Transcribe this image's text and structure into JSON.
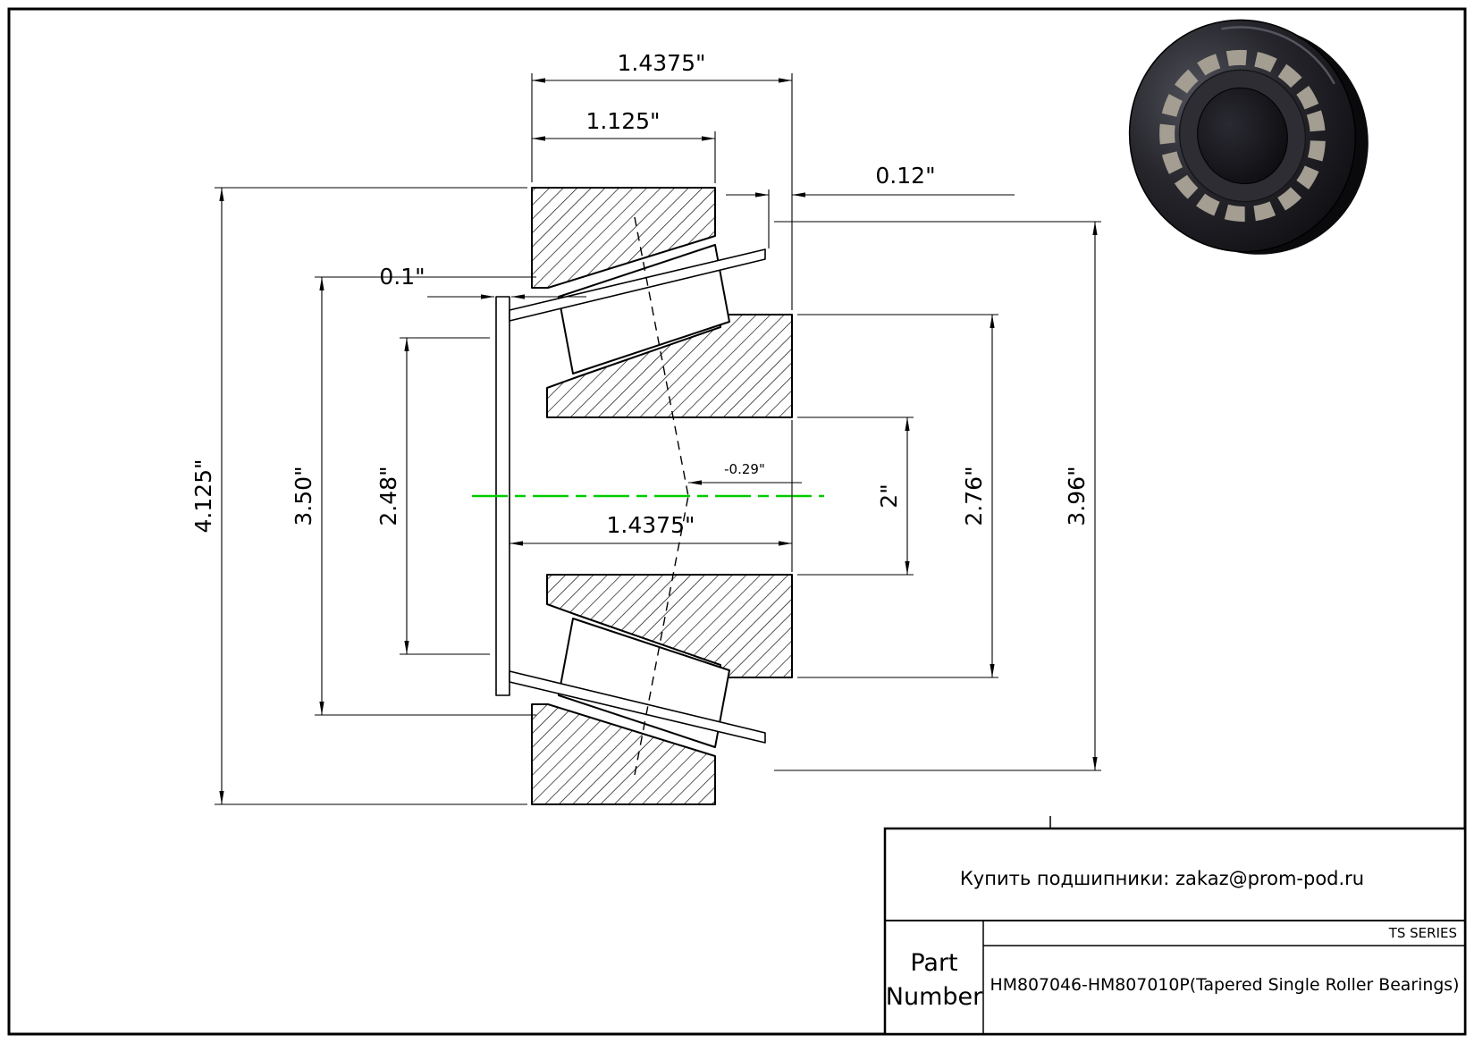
{
  "colors": {
    "centerline": "#00cc00",
    "outline": "#000000",
    "background": "#ffffff"
  },
  "dims": {
    "overall_width": "1.4375\"",
    "cup_width": "1.125\"",
    "standout": "0.12\"",
    "spacer_width": "0.1\"",
    "outer_diameter": "4.125\"",
    "cup_inner_diameter": "3.50\"",
    "flange_diameter": "2.48\"",
    "cone_width": "1.4375\"",
    "center_offset": "-0.29\"",
    "bore_diameter": "2\"",
    "rib_diameter": "2.76\"",
    "cage_diameter": "3.96\""
  },
  "title_block": {
    "contact": "Купить подшипники: zakaz@prom-pod.ru",
    "series": "TS SERIES",
    "part_label_1": "Part",
    "part_label_2": "Number",
    "part_number": "HM807046-HM807010P(Tapered Single Roller Bearings)"
  }
}
